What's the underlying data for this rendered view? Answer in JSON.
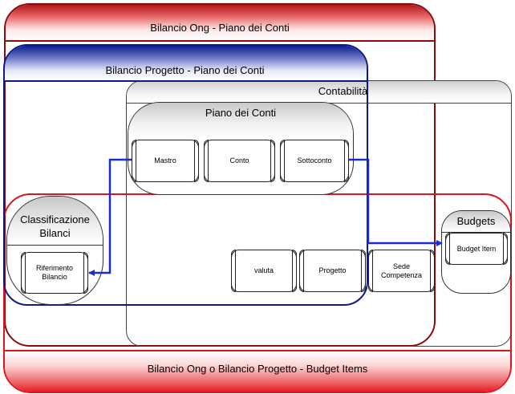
{
  "containers": {
    "ong": "Bilancio Ong - Piano dei Conti",
    "progetto": "Bilancio Progetto - Piano dei Conti",
    "contabilita": "Contabilità",
    "piano": "Piano dei Conti",
    "classificazione": "Classificazione Bilanci",
    "budgets": "Budgets",
    "budget_items": "Bilancio Ong o Bilancio Progetto  - Budget Items"
  },
  "entities": {
    "mastro": "Mastro",
    "conto": "Conto",
    "sottoconto": "Sottoconto",
    "valuta": "valuta",
    "progetto": "Progetto",
    "sede_competenza": "Sede Competenza",
    "riferimento_bilancio": "Riferimento Bilancio",
    "budget_item": "Budget Item"
  },
  "colors": {
    "ong_border": "#8b0a0a",
    "progetto_border": "#0b1b8a",
    "budget_items_border": "#e0141c",
    "arrow": "#1a2ad6"
  }
}
